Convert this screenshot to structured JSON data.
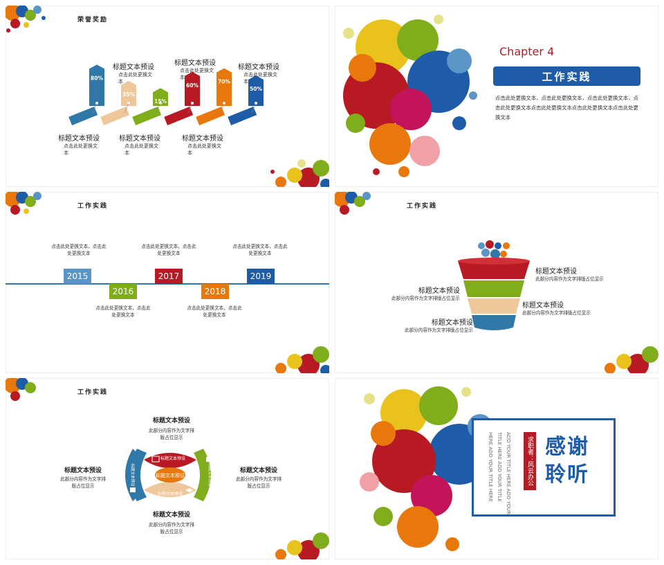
{
  "colors": {
    "blue": "#1f5ca8",
    "red": "#b81a24",
    "orange": "#e8780c",
    "green": "#7fad1c",
    "peach": "#eec79a",
    "lightblue": "#5b95c8",
    "teal": "#2f78a8"
  },
  "slide1": {
    "title": "荣誉奖励",
    "tags": [
      {
        "pct": "80%",
        "value": 0.8,
        "color": "#2f78a8"
      },
      {
        "pct": "35%",
        "value": 0.35,
        "color": "#eec79a"
      },
      {
        "pct": "15%",
        "value": 0.15,
        "color": "#7fad1c"
      },
      {
        "pct": "60%",
        "value": 0.6,
        "color": "#b81a24"
      },
      {
        "pct": "70%",
        "value": 0.7,
        "color": "#e8780c"
      },
      {
        "pct": "50%",
        "value": 0.5,
        "color": "#1f5ca8"
      }
    ],
    "labels_top": [
      {
        "title": "标题文本预设",
        "sub": "点击此处更换文本"
      },
      {
        "title": "标题文本预设",
        "sub": "点击此处更换文本"
      },
      {
        "title": "标题文本预设",
        "sub": "点击此处更换文本"
      }
    ],
    "labels_bottom": [
      {
        "title": "标题文本预设",
        "sub": "点击此处更换文本"
      },
      {
        "title": "标题文本预设",
        "sub": "点击此处更换文本"
      },
      {
        "title": "标题文本预设",
        "sub": "点击此处更换文本"
      }
    ]
  },
  "slide2": {
    "chapter": "Chapter",
    "chapter_num": "4",
    "heading": "工作实践",
    "body": "点击此处更换文本，点击此处更换文本，点击此处更换文本，点击此处更换文本点击此处更换文本点击此处更换文本点击此处更换文本"
  },
  "slide3": {
    "title": "工作实践",
    "years": [
      "2015",
      "2016",
      "2017",
      "2018",
      "2019"
    ],
    "notes_top": [
      "点击此处更换文本，点击此处更换文本",
      "点击此处更换文本，点击此处更换文本",
      "点击此处更换文本，点击此处更换文本"
    ],
    "notes_bottom": [
      "点击此处更换文本，点击此处更换文本",
      "点击此处更换文本，点击此处更换文本"
    ]
  },
  "slide4": {
    "title": "工作实践",
    "items": [
      {
        "title": "标题文本预设",
        "sub": "此部分内容作为文字排版占位显示"
      },
      {
        "title": "标题文本预设",
        "sub": "此部分内容作为文字排版占位显示"
      },
      {
        "title": "标题文本预设",
        "sub": "此部分内容作为文字排版占位显示"
      },
      {
        "title": "标题文本预设",
        "sub": "此部分内容作为文字排版占位显示"
      }
    ]
  },
  "slide5": {
    "title": "工作实践",
    "center": "标题文本预设",
    "petal_top": "标题文本预设",
    "petal_bottom": "标题文本预设",
    "arc_left": "标题文本预设",
    "arc_right": "标题文本预设",
    "blocks": [
      {
        "title": "标题文本预设",
        "sub1": "此部分内容作为文字排",
        "sub2": "版占位显示"
      },
      {
        "title": "标题文本预设",
        "sub1": "此部分内容作为文字排",
        "sub2": "版占位显示"
      },
      {
        "title": "标题文本预设",
        "sub1": "此部分内容作为文字排",
        "sub2": "版占位显示"
      },
      {
        "title": "标题文本预设",
        "sub1": "此部分内容作为文字排",
        "sub2": "版占位显示"
      }
    ]
  },
  "slide6": {
    "thanks_line1": "感谢",
    "thanks_line2": "聆听",
    "presenter": "求职者：风云办公",
    "vertical_lines": [
      "ADD YOUR TITLE HERE ADD YOUR",
      "TITLE HERE ADD YOUR TITLE",
      "HERE ADD YOUR TITLE HERE"
    ]
  }
}
